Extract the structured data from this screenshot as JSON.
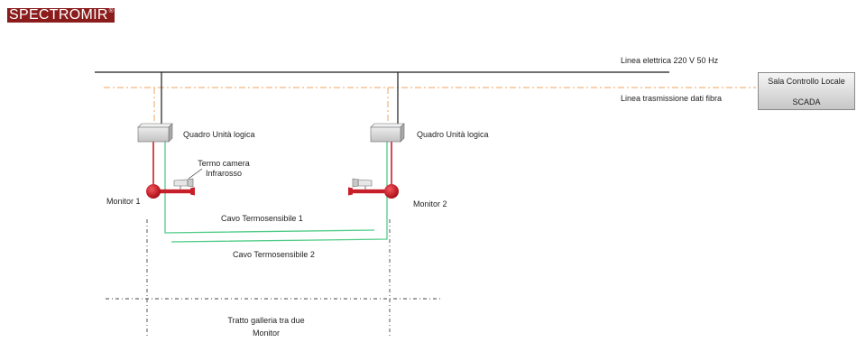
{
  "logo": {
    "text": "SPECTROMIR",
    "mark": "®"
  },
  "lines": {
    "power": {
      "label": "Linea elettrica 220 V 50 Hz"
    },
    "fiber": {
      "label": "Linea trasmissione dati fibra"
    }
  },
  "control_room": {
    "title": "Sala Controllo Locale",
    "system": "SCADA"
  },
  "units": [
    {
      "panel_label": "Quadro Unità logica",
      "monitor_label": "Monitor 1"
    },
    {
      "panel_label": "Quadro Unità logica",
      "monitor_label": "Monitor 2"
    }
  ],
  "camera": {
    "label_line1": "Termo camera",
    "label_line2": "Infrarosso"
  },
  "cables": [
    {
      "label": "Cavo Termosensibile 1"
    },
    {
      "label": "Cavo Termosensibile 2"
    }
  ],
  "tunnel_section": {
    "label_line1": "Tratto galleria tra due",
    "label_line2": "Monitor"
  },
  "colors": {
    "power_line": "#1a1a1a",
    "fiber_line": "#f0a45c",
    "heat_cable": "#52cc88",
    "signal_line": "#c8202a",
    "logo_bg": "#8b1c1c",
    "section_line": "#444444"
  }
}
